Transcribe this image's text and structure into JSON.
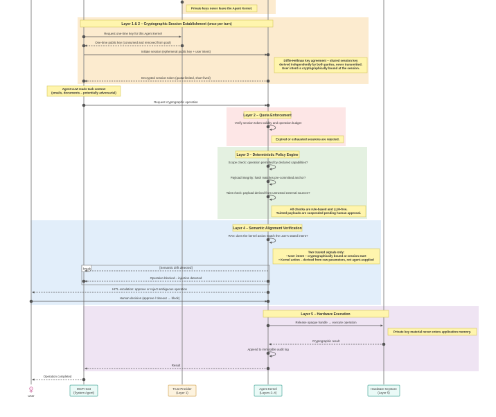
{
  "participants": [
    {
      "id": "user",
      "label": [
        "User"
      ]
    },
    {
      "id": "host",
      "label": [
        "MCP Host",
        "(System Agent)"
      ]
    },
    {
      "id": "trust",
      "label": [
        "Trust Provider",
        "(Layer 1)"
      ]
    },
    {
      "id": "kernel",
      "label": [
        "Agent Kernel",
        "(Layers 2–4)"
      ]
    },
    {
      "id": "hw",
      "label": [
        "Hardware Keystore",
        "(Layer 5)"
      ]
    }
  ],
  "layers": [
    {
      "id": "l12",
      "title": "Layer 1 & 2 – Cryptographic Session Establishment (once per turn)",
      "color": "#fcebcf"
    },
    {
      "id": "l2",
      "title": "Layer 2 – Quota Enforcement",
      "color": "#fde6e6"
    },
    {
      "id": "l3",
      "title": "Layer 3 – Deterministic Policy Engine",
      "color": "#e4f1e1"
    },
    {
      "id": "l4",
      "title": "Layer 4 – Semantic Alignment Verification",
      "color": "#e2eefa"
    },
    {
      "id": "l5",
      "title": "Layer 5 – Hardware Execution",
      "color": "#efe4f3"
    }
  ],
  "messages": [
    {
      "text": "Request one-time key for this Agent Kernel"
    },
    {
      "text": "One-time public key (consumed and removed from pool)"
    },
    {
      "text": "Initiate session (ephemeral public key + user intent)"
    },
    {
      "text": "Encrypted session token (quota-limited, short-lived)"
    },
    {
      "text": "Request cryptographic operation"
    },
    {
      "text": "Verify session token validity and operation budget"
    },
    {
      "text": "Scope check: operation permitted by declared capabilities?"
    },
    {
      "text": "Payload integrity: hash matches pre-committed anchor?"
    },
    {
      "text": "Taint check: payload derived from untrusted external sources?"
    },
    {
      "text": "RAV: does the kernel action match the user's stated intent?"
    },
    {
      "text": "[Semantic drift detected]"
    },
    {
      "text": "Operation blocked – injection detected"
    },
    {
      "text": "HITL escalation: approve or reject ambiguous operation"
    },
    {
      "text": "Human decision (approve / timeout → block)"
    },
    {
      "text": "Release opaque handle → execute operation"
    },
    {
      "text": "Cryptographic result"
    },
    {
      "text": "Append to immutable audit log"
    },
    {
      "text": "Result"
    },
    {
      "text": "Operation completed"
    }
  ],
  "notes": [
    {
      "id": "top",
      "lines": [
        "Private keys never leave the Agent Kernel."
      ]
    },
    {
      "id": "dh",
      "lines": [
        "Diffie-Hellman key agreement – shared session key",
        "derived independently by both parties, never transmitted.",
        "User intent is cryptographically bound at the session."
      ]
    },
    {
      "id": "llm",
      "lines": [
        "Agent LLM reads task context",
        "(emails, documents – potentially adversarial)"
      ]
    },
    {
      "id": "quota",
      "lines": [
        "Expired or exhausted sessions are rejected."
      ]
    },
    {
      "id": "checks",
      "lines": [
        "All checks are rule-based and LLM-free.",
        "Tainted payloads are suspended pending human approval."
      ]
    },
    {
      "id": "signals",
      "lines": [
        "Two trusted signals only:",
        "• User intent – cryptographically bound at session start",
        "• Kernel action – derived from raw parameters, not agent-supplied"
      ]
    },
    {
      "id": "hwnote",
      "lines": [
        "Private key material never enters application memory."
      ]
    }
  ],
  "break_label": "break",
  "colors": {
    "note_fill": "#fff5ad",
    "note_border": "#d6c65a",
    "actor_border": "#4aa89a",
    "actor_fill": "#eafaf7",
    "trust_fill": "#fdf3df",
    "trust_border": "#d5a85a",
    "line": "#666666"
  }
}
